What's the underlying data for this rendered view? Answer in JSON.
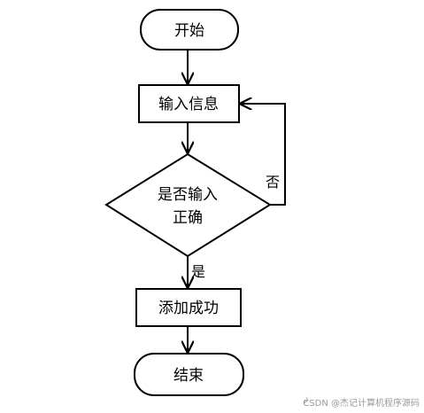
{
  "diagram": {
    "type": "flowchart",
    "nodes": {
      "start": {
        "shape": "terminator",
        "label": "开始"
      },
      "input": {
        "shape": "process",
        "label": "输入信息"
      },
      "check": {
        "shape": "decision",
        "label_line1": "是否输入",
        "label_line2": "正确"
      },
      "success": {
        "shape": "process",
        "label": "添加成功"
      },
      "end": {
        "shape": "terminator",
        "label": "结束"
      }
    },
    "edges": [
      {
        "from": "start",
        "to": "input",
        "label": ""
      },
      {
        "from": "input",
        "to": "check",
        "label": ""
      },
      {
        "from": "check",
        "to": "success",
        "label": "是"
      },
      {
        "from": "check",
        "to": "input",
        "label": "否"
      },
      {
        "from": "success",
        "to": "end",
        "label": ""
      }
    ],
    "edge_labels": {
      "yes": "是",
      "no": "否"
    }
  },
  "watermark": {
    "mark": "↲",
    "text": "CSDN @杰记计算机程序源码"
  },
  "colors": {
    "background": "#ffffff",
    "stroke": "#000000",
    "watermark": "#9a9a9a"
  }
}
